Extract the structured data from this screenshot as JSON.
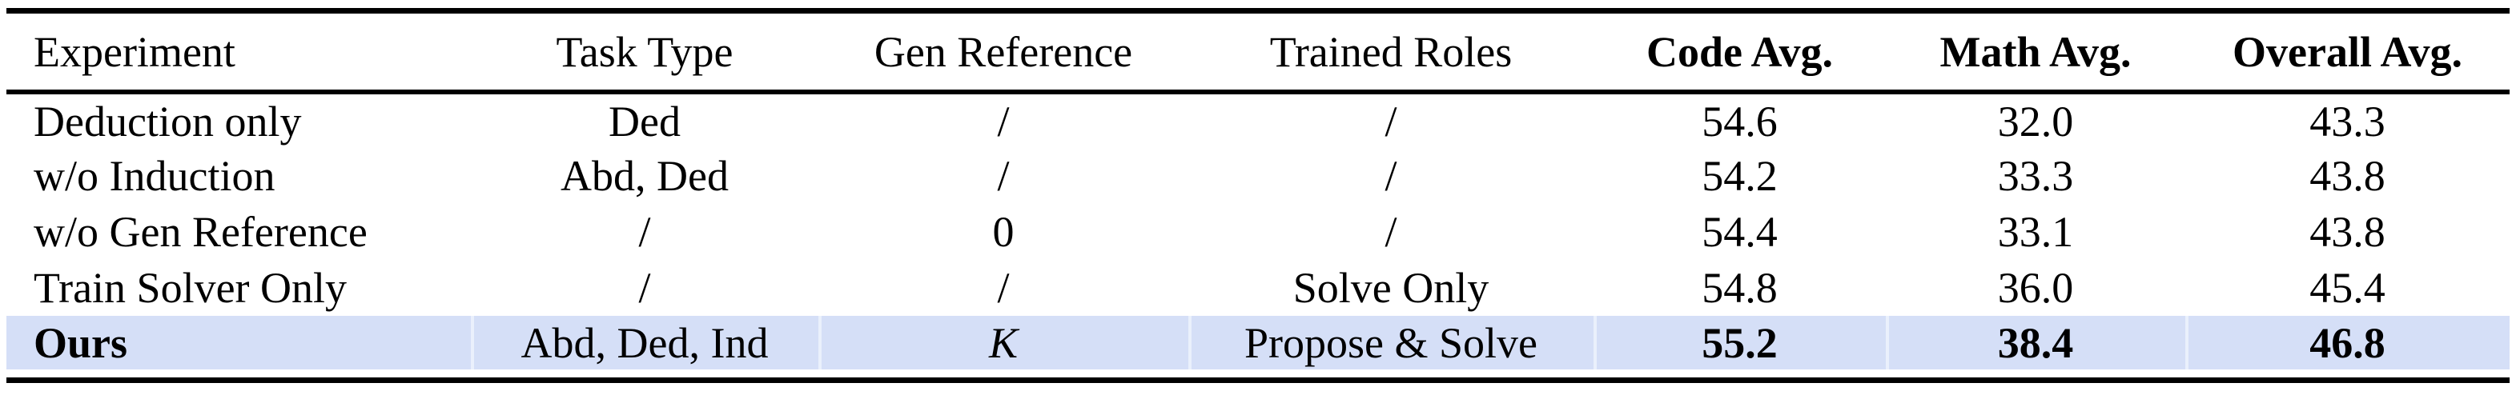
{
  "figure": {
    "background": "#ffffff",
    "rule_color": "#000000"
  },
  "table": {
    "highlight_color": "#d5dff7",
    "columns": [
      {
        "label": "Experiment",
        "bold": false,
        "align": "left"
      },
      {
        "label": "Task Type",
        "bold": false,
        "align": "center"
      },
      {
        "label": "Gen Reference",
        "bold": false,
        "align": "center"
      },
      {
        "label": "Trained Roles",
        "bold": false,
        "align": "center"
      },
      {
        "label": "Code Avg.",
        "bold": true,
        "align": "center"
      },
      {
        "label": "Math Avg.",
        "bold": true,
        "align": "center"
      },
      {
        "label": "Overall Avg.",
        "bold": true,
        "align": "center"
      }
    ],
    "rows": [
      {
        "highlight": false,
        "cells": [
          {
            "text": "Deduction only"
          },
          {
            "text": "Ded"
          },
          {
            "text": "/"
          },
          {
            "text": "/"
          },
          {
            "text": "54.6"
          },
          {
            "text": "32.0"
          },
          {
            "text": "43.3"
          }
        ]
      },
      {
        "highlight": false,
        "cells": [
          {
            "text": "w/o Induction"
          },
          {
            "text": "Abd, Ded"
          },
          {
            "text": "/"
          },
          {
            "text": "/"
          },
          {
            "text": "54.2"
          },
          {
            "text": "33.3"
          },
          {
            "text": "43.8"
          }
        ]
      },
      {
        "highlight": false,
        "cells": [
          {
            "text": "w/o Gen Reference"
          },
          {
            "text": "/"
          },
          {
            "text": "0"
          },
          {
            "text": "/"
          },
          {
            "text": "54.4"
          },
          {
            "text": "33.1"
          },
          {
            "text": "43.8"
          }
        ]
      },
      {
        "highlight": false,
        "cells": [
          {
            "text": "Train Solver Only"
          },
          {
            "text": "/"
          },
          {
            "text": "/"
          },
          {
            "text": "Solve Only"
          },
          {
            "text": "54.8"
          },
          {
            "text": "36.0"
          },
          {
            "text": "45.4"
          }
        ]
      },
      {
        "highlight": true,
        "cells": [
          {
            "text": "Ours",
            "bold": true
          },
          {
            "text": "Abd, Ded, Ind"
          },
          {
            "text": "K",
            "italic": true
          },
          {
            "text": "Propose & Solve"
          },
          {
            "text": "55.2",
            "bold": true
          },
          {
            "text": "38.4",
            "bold": true
          },
          {
            "text": "46.8",
            "bold": true
          }
        ]
      }
    ]
  }
}
